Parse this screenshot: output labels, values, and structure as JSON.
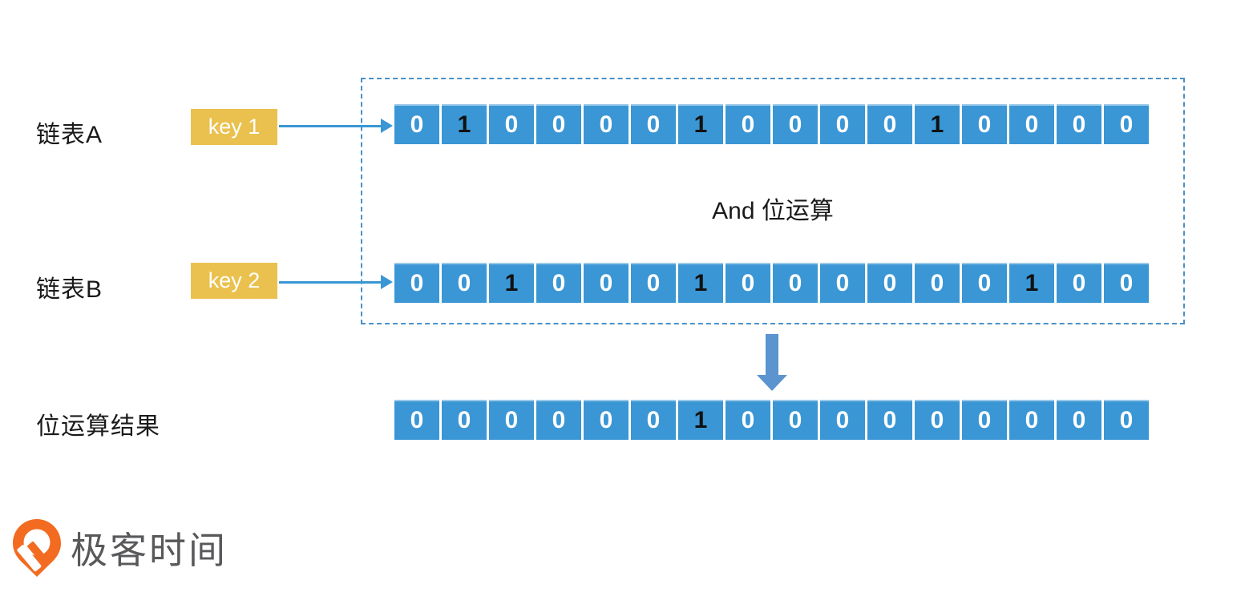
{
  "operation_label": "And 位运算",
  "rows": {
    "a": {
      "label": "链表A",
      "key_label": "key 1",
      "bits": [
        0,
        1,
        0,
        0,
        0,
        0,
        1,
        0,
        0,
        0,
        0,
        1,
        0,
        0,
        0,
        0
      ]
    },
    "b": {
      "label": "链表B",
      "key_label": "key 2",
      "bits": [
        0,
        0,
        1,
        0,
        0,
        0,
        1,
        0,
        0,
        0,
        0,
        0,
        0,
        1,
        0,
        0
      ]
    },
    "result": {
      "label": "位运算结果",
      "bits": [
        0,
        0,
        0,
        0,
        0,
        0,
        1,
        0,
        0,
        0,
        0,
        0,
        0,
        0,
        0,
        0
      ]
    }
  },
  "logo": {
    "text": "极客时间"
  },
  "colors": {
    "cell_blue": "#3a96d4",
    "pointer_arrow_blue": "#3a96d4",
    "down_arrow_blue": "#5b94ce",
    "dashed_border_blue": "#4a90c7",
    "key_yellow": "#eac14e",
    "bit_zero_text": "#ffffff",
    "bit_one_text": "#111111",
    "label_text": "#1a1a1a",
    "logo_orange": "#f26b21",
    "logo_text_gray": "#58595b"
  }
}
